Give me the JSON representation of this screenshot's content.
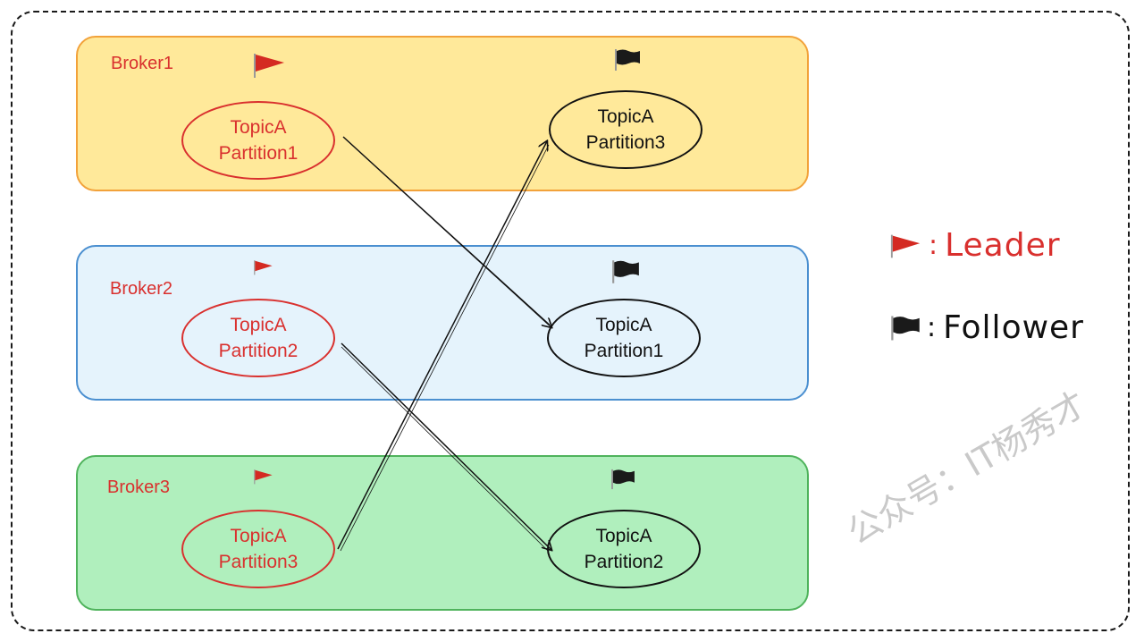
{
  "brokers": [
    {
      "label": "Broker1",
      "leader": {
        "topic": "TopicA",
        "partition": "Partition1"
      },
      "follower": {
        "topic": "TopicA",
        "partition": "Partition3"
      }
    },
    {
      "label": "Broker2",
      "leader": {
        "topic": "TopicA",
        "partition": "Partition2"
      },
      "follower": {
        "topic": "TopicA",
        "partition": "Partition1"
      }
    },
    {
      "label": "Broker3",
      "leader": {
        "topic": "TopicA",
        "partition": "Partition3"
      },
      "follower": {
        "topic": "TopicA",
        "partition": "Partition2"
      }
    }
  ],
  "replication": [
    {
      "from": "Broker1 TopicA Partition1",
      "to": "Broker2 TopicA Partition1"
    },
    {
      "from": "Broker2 TopicA Partition2",
      "to": "Broker3 TopicA Partition2"
    },
    {
      "from": "Broker3 TopicA Partition3",
      "to": "Broker1 TopicA Partition3"
    }
  ],
  "legend": {
    "leader": {
      "colon": ":",
      "label": "Leader",
      "icon": "red-flag-icon"
    },
    "follower": {
      "colon": ":",
      "label": "Follower",
      "icon": "black-flag-icon"
    }
  },
  "colors": {
    "leader": "#d9302e",
    "follower": "#111111",
    "broker1": "#ffe99a",
    "broker2": "#e5f3fc",
    "broker3": "#b0efbd"
  },
  "watermark": "公众号：IT杨秀才"
}
